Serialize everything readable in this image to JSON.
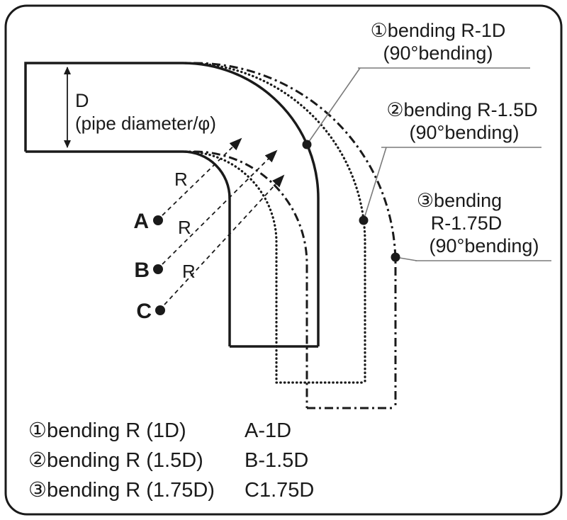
{
  "diagram": {
    "dimension": {
      "label": "D",
      "sublabel": "(pipe diameter/φ)"
    },
    "centers": [
      {
        "label": "A",
        "radius_label": "R"
      },
      {
        "label": "B",
        "radius_label": "R"
      },
      {
        "label": "C",
        "radius_label": "R"
      }
    ],
    "callouts": [
      {
        "line1": "①bending R-1D",
        "line2": "(90°bending)"
      },
      {
        "line1": "②bending R-1.5D",
        "line2": "(90°bending)"
      },
      {
        "line1": "③bending",
        "line2": "R-1.75D",
        "line3": "(90°bending)"
      }
    ]
  },
  "legend": {
    "rows": [
      {
        "name": "①bending R (1D)",
        "code": "A-1D"
      },
      {
        "name": "②bending R (1.5D)",
        "code": "B-1.5D"
      },
      {
        "name": "③bending R (1.75D)",
        "code": "C1.75D"
      }
    ]
  },
  "colors": {
    "line": "#1a1a1a",
    "leader": "#7a7a7a",
    "background": "#ffffff"
  }
}
